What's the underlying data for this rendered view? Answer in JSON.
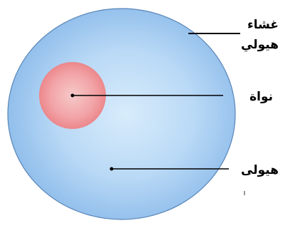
{
  "diagram": {
    "labels": {
      "membrane_line1": "غشاء",
      "membrane_line2": "هيولي",
      "nucleus": "نواة",
      "cytoplasm": "هيولى"
    },
    "colors": {
      "cell_center": "#d8ecfb",
      "cell_edge": "#8cbbea",
      "cell_outline": "#5a86b8",
      "nucleus_center": "#f6c9c9",
      "nucleus_edge": "#ea7f84",
      "leader_line": "#000000"
    }
  }
}
